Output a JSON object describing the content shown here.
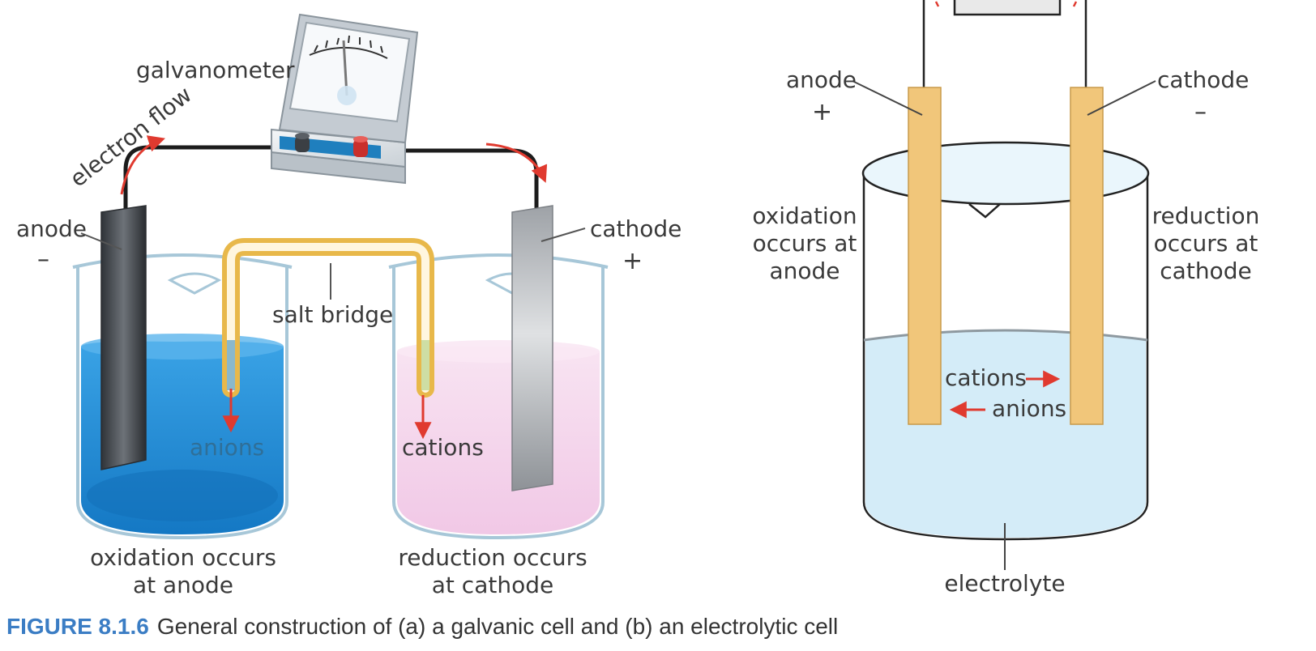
{
  "colors": {
    "wire": "#1c1c1c",
    "arrow": "#e03a2f",
    "salt_bridge": "#e8b84a",
    "electrode_dark": "#4a4f55",
    "electrode_light": "#b9bcc0",
    "blue_solution": "#1e8fd8",
    "pink_solution": "#f4d4ec",
    "electrolyte": "#d4ecf8",
    "electrode_yellow": "#f1c67a",
    "caption_accent": "#3b7dc4"
  },
  "galvanic": {
    "galvanometer": "galvanometer",
    "electron_flow": "electron flow",
    "anode": "anode",
    "anode_sign": "–",
    "cathode": "cathode",
    "cathode_sign": "+",
    "salt_bridge": "salt bridge",
    "anions": "anions",
    "cations": "cations",
    "oxidation_line1": "oxidation occurs",
    "oxidation_line2": "at anode",
    "reduction_line1": "reduction occurs",
    "reduction_line2": "at cathode"
  },
  "electrolytic": {
    "anode": "anode",
    "anode_sign": "+",
    "cathode": "cathode",
    "cathode_sign": "–",
    "oxidation_line1": "oxidation",
    "oxidation_line2": "occurs at",
    "oxidation_line3": "anode",
    "reduction_line1": "reduction",
    "reduction_line2": "occurs at",
    "reduction_line3": "cathode",
    "cations": "cations",
    "anions": "anions",
    "electrolyte": "electrolyte"
  },
  "caption": {
    "number": "FIGURE 8.1.6",
    "text": "General construction of (a) a galvanic cell and (b) an electrolytic cell"
  }
}
